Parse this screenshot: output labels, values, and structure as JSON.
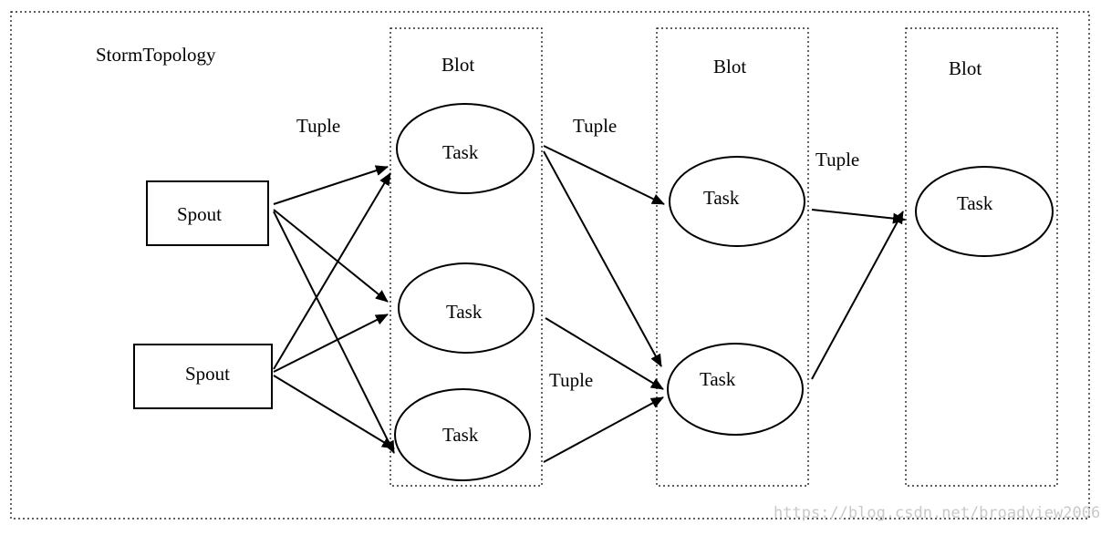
{
  "diagram": {
    "title": "StormTopology",
    "columns": [
      {
        "heading": "Blot",
        "tasks": [
          "Task",
          "Task",
          "Task"
        ]
      },
      {
        "heading": "Blot",
        "tasks": [
          "Task",
          "Task"
        ]
      },
      {
        "heading": "Blot",
        "tasks": [
          "Task"
        ]
      }
    ],
    "spouts": [
      "Spout",
      "Spout"
    ],
    "edge_labels": [
      "Tuple",
      "Tuple",
      "Tuple",
      "Tuple"
    ]
  },
  "watermark": "https://blog.csdn.net/broadview2006",
  "colors": {
    "stroke": "#000000",
    "background": "#ffffff",
    "watermark": "#c9c9c9"
  }
}
